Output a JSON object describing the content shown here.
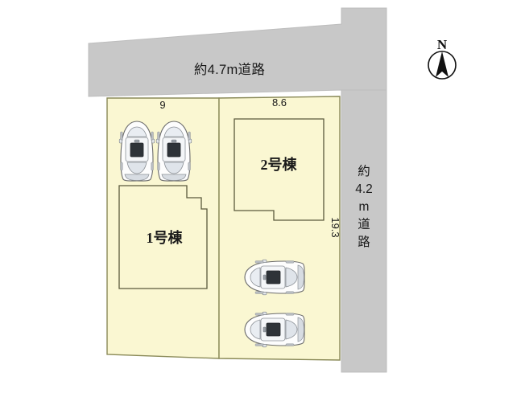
{
  "diagram": {
    "type": "site-plan",
    "title_visible": false,
    "colors": {
      "road_fill": "#c8c8c8",
      "road_stroke": "#b4b4b4",
      "lot_fill": "#faf7d2",
      "lot_stroke": "#8a8a58",
      "building_stroke": "#5a5a3c",
      "car_body": "#fdfdfd",
      "car_stroke": "#6b6b6b",
      "car_window": "#c9ced6",
      "car_roof_panel": "#2e3338",
      "text": "#1a1a1a",
      "background": "#ffffff"
    }
  },
  "roads": {
    "north": {
      "label": "約4.7m道路",
      "name": "north-road"
    },
    "east": {
      "label_chars": [
        "約",
        "4.2",
        "m",
        "道",
        "路"
      ],
      "label": "約4.2m道路",
      "name": "east-road"
    }
  },
  "lots": [
    {
      "id": "lot-1",
      "building_label": "1号棟",
      "frontage_dim": "9",
      "parking_spaces": 2
    },
    {
      "id": "lot-2",
      "building_label": "2号棟",
      "frontage_dim": "8.6",
      "parking_spaces": 2
    }
  ],
  "dimensions": {
    "lot1_frontage": "9",
    "lot2_frontage": "8.6",
    "depth": "19.3"
  },
  "compass": {
    "label": "N",
    "name": "north-arrow"
  }
}
